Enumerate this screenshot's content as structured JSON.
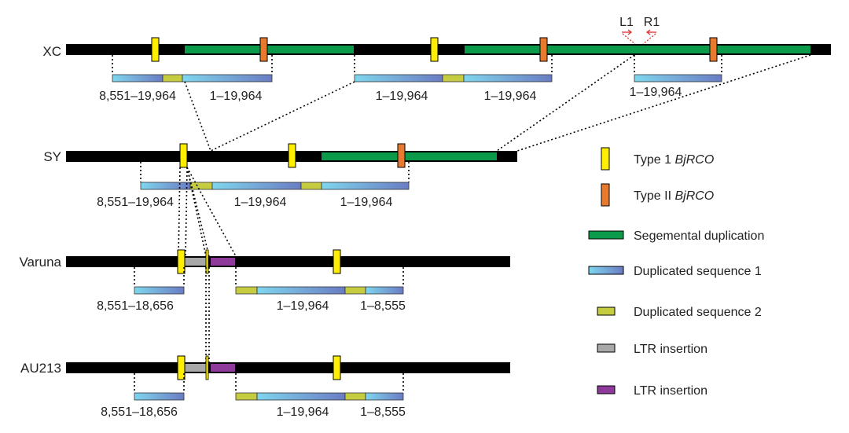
{
  "tracks": [
    {
      "name": "XC",
      "ranges": [
        {
          "text": "8,551–19,964"
        },
        {
          "text": "1–19,964"
        },
        {
          "text": "1–19,964"
        },
        {
          "text": "1–19,964"
        },
        {
          "text": "1–19,964"
        }
      ]
    },
    {
      "name": "SY",
      "ranges": [
        {
          "text": "8,551–19,964"
        },
        {
          "text": "1–19,964"
        },
        {
          "text": "1–19,964"
        }
      ]
    },
    {
      "name": "Varuna",
      "ranges": [
        {
          "text": "8,551–18,656"
        },
        {
          "text": "1–19,964"
        },
        {
          "text": "1–8,555"
        }
      ]
    },
    {
      "name": "AU213",
      "ranges": [
        {
          "text": "8,551–18,656"
        },
        {
          "text": "1–19,964"
        },
        {
          "text": "1–8,555"
        }
      ]
    }
  ],
  "primers": {
    "left": "L1",
    "right": "R1"
  },
  "legend": [
    {
      "swatch": "type1",
      "text": "Type 1 ",
      "italic": "BjRCO"
    },
    {
      "swatch": "type2",
      "text": "Type II ",
      "italic": "BjRCO"
    },
    {
      "swatch": "segdup",
      "text": "Segemental duplication",
      "italic": ""
    },
    {
      "swatch": "dup1",
      "text": "Duplicated  sequence 1",
      "italic": ""
    },
    {
      "swatch": "dup2",
      "text": "Duplicated  sequence 2",
      "italic": ""
    },
    {
      "swatch": "ltr1",
      "text": "LTR insertion",
      "italic": ""
    },
    {
      "swatch": "ltr2",
      "text": "LTR insertion",
      "italic": ""
    }
  ],
  "colors": {
    "chromosome": "#000000",
    "type1": "#ffee00",
    "type2": "#e87a30",
    "segdup": "#0a9a4a",
    "dup1_light": "#7fd6ee",
    "dup1_dark": "#6a7cc4",
    "dup2": "#c6cc40",
    "ltr1": "#a8a8a8",
    "ltr2": "#8e3a9a",
    "primer": "#e03030"
  }
}
